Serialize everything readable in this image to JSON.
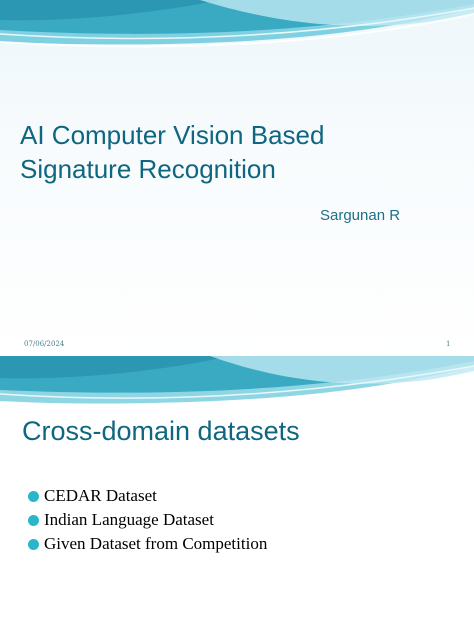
{
  "slide1": {
    "title_lines": [
      "AI Computer Vision Based",
      "Signature Recognition"
    ],
    "author": "Sargunan R",
    "footer_date": "07/06/2024",
    "page_number": "1"
  },
  "slide2": {
    "title": "Cross-domain datasets",
    "bullets": [
      "CEDAR Dataset",
      "Indian Language Dataset",
      "Given Dataset from Competition"
    ]
  },
  "colors": {
    "title": "#0f6680",
    "accent": "#2ab6c8",
    "wave_dark": "#49b6cc",
    "wave_light": "#cfeef5"
  },
  "icons": {
    "bullet": "teal-circle-bullet"
  }
}
